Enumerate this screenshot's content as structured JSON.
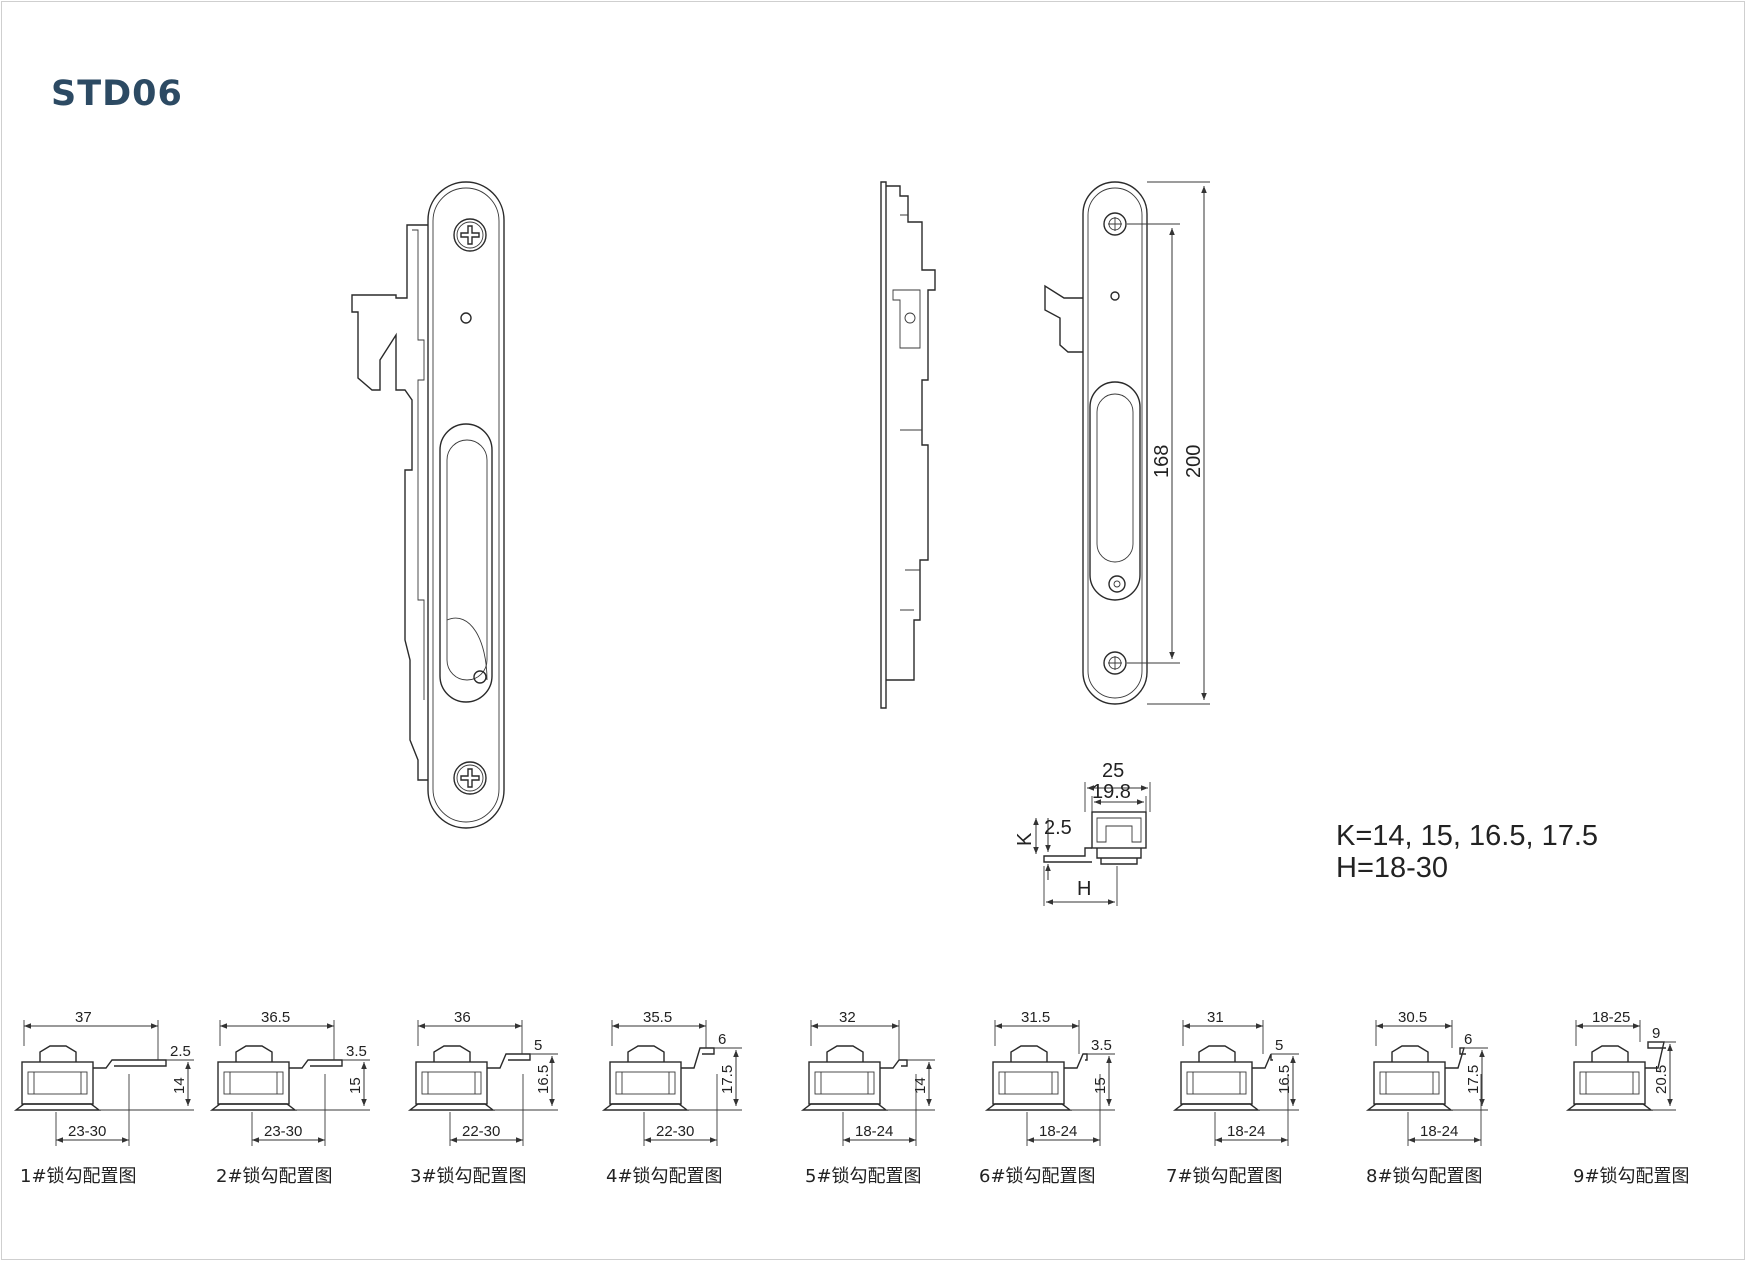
{
  "title": "STD06",
  "main_dims": {
    "overall_height": "200",
    "hole_spacing": "168"
  },
  "detail_dims": {
    "width_outer": "25",
    "width_inner": "19.8",
    "offset": "2.5",
    "k_label": "K",
    "h_label": "H"
  },
  "notes": {
    "k_values": "K=14, 15, 16.5, 17.5",
    "h_values": "H=18-30"
  },
  "hooks": [
    {
      "caption": "1#锁勾配置图",
      "top": "37",
      "side": "2.5",
      "height": "14",
      "range": "23-30"
    },
    {
      "caption": "2#锁勾配置图",
      "top": "36.5",
      "side": "3.5",
      "height": "15",
      "range": "23-30"
    },
    {
      "caption": "3#锁勾配置图",
      "top": "36",
      "side": "5",
      "height": "16.5",
      "range": "22-30"
    },
    {
      "caption": "4#锁勾配置图",
      "top": "35.5",
      "side": "6",
      "height": "17.5",
      "range": "22-30"
    },
    {
      "caption": "5#锁勾配置图",
      "top": "32",
      "side": "",
      "height": "14",
      "range": "18-24"
    },
    {
      "caption": "6#锁勾配置图",
      "top": "31.5",
      "side": "3.5",
      "height": "15",
      "range": "18-24"
    },
    {
      "caption": "7#锁勾配置图",
      "top": "31",
      "side": "5",
      "height": "16.5",
      "range": "18-24"
    },
    {
      "caption": "8#锁勾配置图",
      "top": "30.5",
      "side": "6",
      "height": "17.5",
      "range": "18-24"
    },
    {
      "caption": "9#锁勾配置图",
      "top": "18-25",
      "side": "9",
      "height": "20.5",
      "range": ""
    }
  ]
}
